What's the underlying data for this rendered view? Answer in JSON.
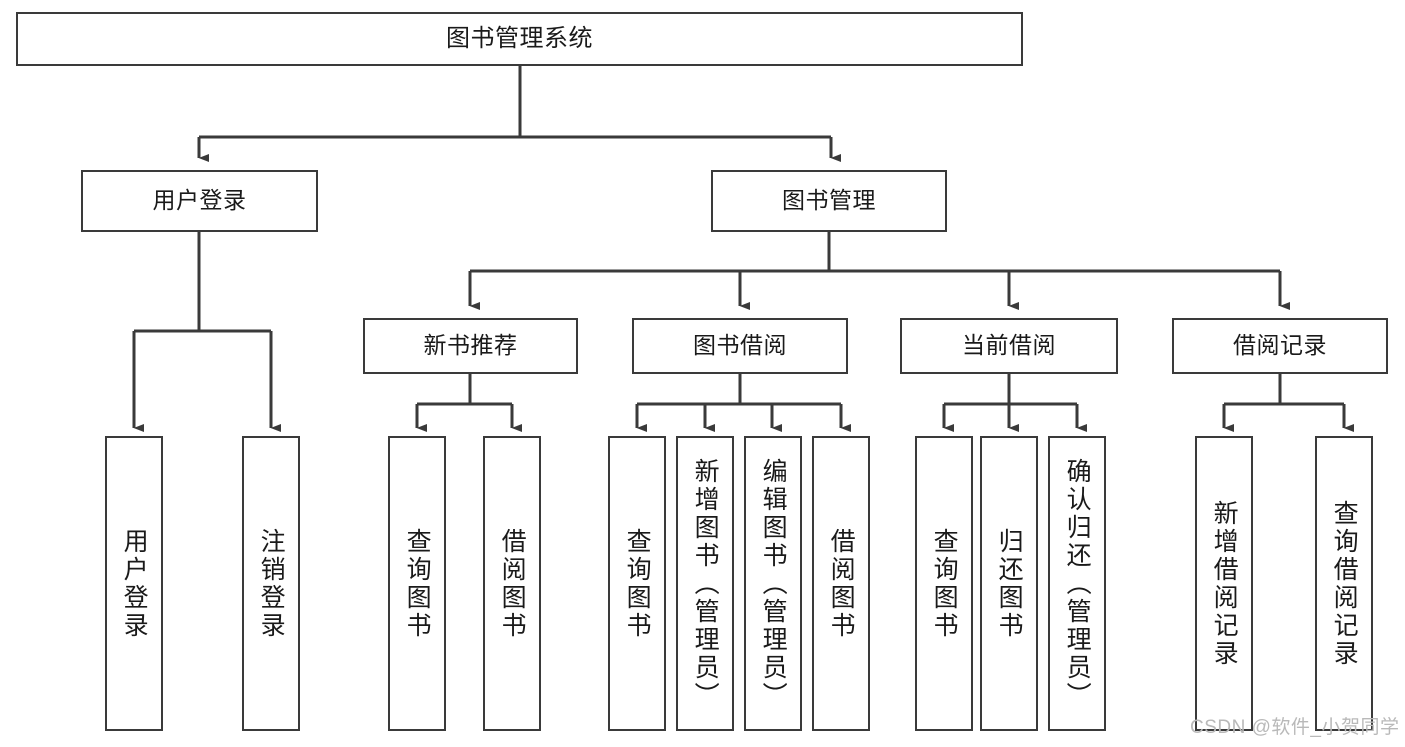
{
  "diagram": {
    "type": "tree",
    "title": "图书管理系统",
    "orientation": "top-down",
    "colors": {
      "node_border": "#3a3a3a",
      "node_fill": "#ffffff",
      "edge": "#3a3a3a",
      "text": "#1a1a1a",
      "watermark": "#b9b9b9"
    },
    "nodes": {
      "root": {
        "label": "图书管理系统"
      },
      "level2": [
        {
          "id": "user-login",
          "label": "用户登录"
        },
        {
          "id": "book-management",
          "label": "图书管理"
        }
      ],
      "level3": [
        {
          "id": "new-book-recommend",
          "label": "新书推荐"
        },
        {
          "id": "book-borrow",
          "label": "图书借阅"
        },
        {
          "id": "current-borrow",
          "label": "当前借阅"
        },
        {
          "id": "borrow-record",
          "label": "借阅记录"
        }
      ],
      "leaves": {
        "user-login": [
          {
            "id": "leaf-user-login",
            "label": "用户登录"
          },
          {
            "id": "leaf-logout-login",
            "label": "注销登录"
          }
        ],
        "new-book-recommend": [
          {
            "id": "leaf-query-book-1",
            "label": "查询图书"
          },
          {
            "id": "leaf-borrow-book-1",
            "label": "借阅图书"
          }
        ],
        "book-borrow": [
          {
            "id": "leaf-query-book-2",
            "label": "查询图书"
          },
          {
            "id": "leaf-add-book",
            "label": "新增图书（管理员）"
          },
          {
            "id": "leaf-edit-book",
            "label": "编辑图书（管理员）"
          },
          {
            "id": "leaf-borrow-book-2",
            "label": "借阅图书"
          }
        ],
        "current-borrow": [
          {
            "id": "leaf-query-book-3",
            "label": "查询图书"
          },
          {
            "id": "leaf-return-book",
            "label": "归还图书"
          },
          {
            "id": "leaf-confirm-return",
            "label": "确认归还（管理员）"
          }
        ],
        "borrow-record": [
          {
            "id": "leaf-add-record",
            "label": "新增借阅记录"
          },
          {
            "id": "leaf-query-record",
            "label": "查询借阅记录"
          }
        ]
      }
    }
  },
  "watermark": {
    "text": "CSDN @软件_小贺同学"
  }
}
